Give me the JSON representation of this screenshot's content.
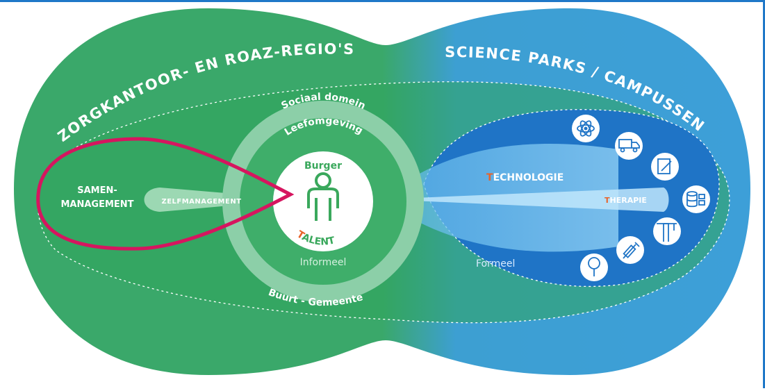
{
  "diagram": {
    "outer_left_title": "ZORGKANTOOR- EN ROAZ-REGIO'S",
    "outer_right_title": "SCIENCE PARKS / CAMPUSSEN",
    "ring_top_outer": "Sociaal domein",
    "ring_top_inner": "Leefomgeving",
    "ring_bottom": "Buurt - Gemeente",
    "center_top": "Burger",
    "center_bottom_first": "T",
    "center_bottom_rest": "ALENT",
    "informal": "Informeel",
    "formal": "Formeel",
    "left_zone_line1": "SAMEN-",
    "left_zone_line2": "MANAGEMENT",
    "self_management": "ZELFMANAGEMENT",
    "technology_first": "T",
    "technology_rest": "ECHNOLOGIE",
    "therapy_first": "T",
    "therapy_rest": "HERAPIE",
    "icons": [
      "atom-icon",
      "truck-icon",
      "document-edit-icon",
      "database-icon",
      "crane-icon",
      "syringe-icon",
      "tree-icon"
    ],
    "colors": {
      "green": "#37a863",
      "green_light": "#5cbb85",
      "blue": "#2f8fd6",
      "blue_dark": "#1e6fc4",
      "accent_orange": "#e8632a",
      "highlight_pink": "#d6155f"
    }
  }
}
